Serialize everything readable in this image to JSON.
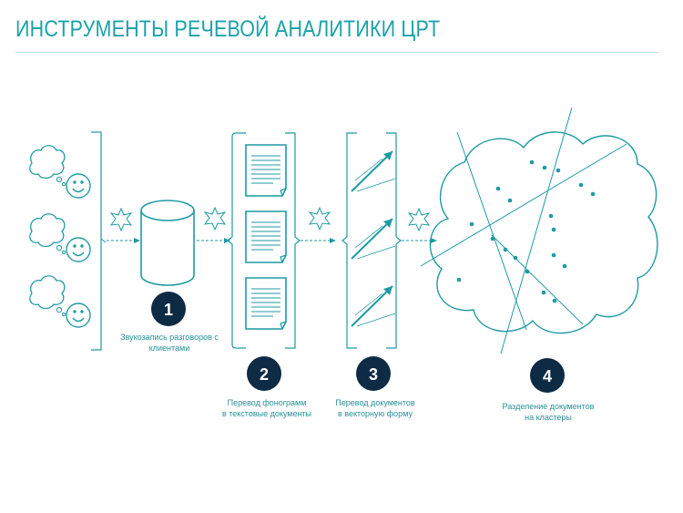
{
  "header": {
    "title": "ИНСТРУМЕНТЫ РЕЧЕВОЙ АНАЛИТИКИ ЦРТ"
  },
  "steps": [
    {
      "number": "1",
      "label_lines": [
        "Звукозапись разговоров с",
        "клиентами"
      ]
    },
    {
      "number": "2",
      "label_lines": [
        "Перевод фонограмм",
        "в текстовые документы"
      ]
    },
    {
      "number": "3",
      "label_lines": [
        "Перевод документов",
        "в векторную форму"
      ]
    },
    {
      "number": "4",
      "label_lines": [
        "Разделение документов",
        "на кластеры"
      ]
    }
  ],
  "colors": {
    "accent": "#1aa3a8",
    "line": "#1f9aa3",
    "badge": "#0e2b45",
    "text": "#2a8f97"
  },
  "icons": [
    "speech-bubble-smiley-icon",
    "database-cylinder-icon",
    "document-icon",
    "vector-arrow-icon",
    "burst-star-icon",
    "cluster-cloud-icon"
  ]
}
